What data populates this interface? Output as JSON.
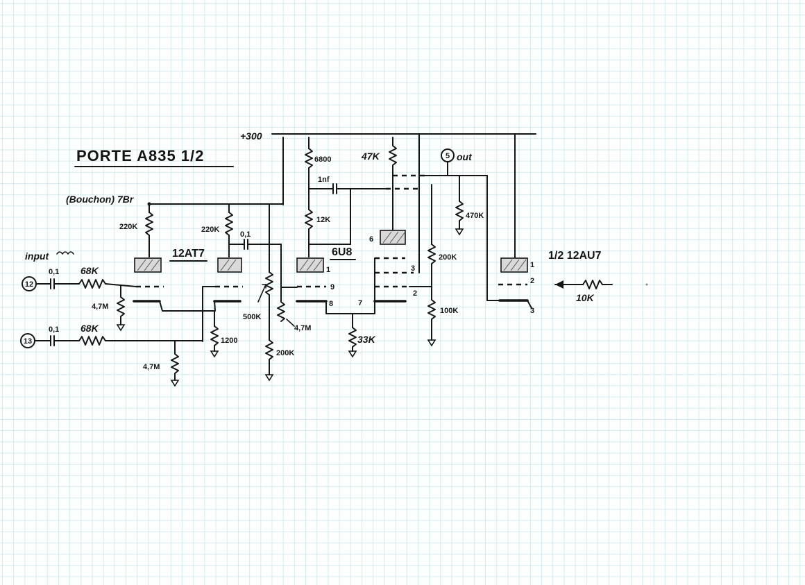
{
  "title": "PORTE A835 1/2",
  "supply": "+300",
  "labels": {
    "bouchon": "(Bouchon) 7Br",
    "input": "input",
    "out": "out",
    "out_pin": "5",
    "in12_pin": "12",
    "in13_pin": "13"
  },
  "tubes": {
    "t1": "12AT7",
    "t2": "6U8",
    "t3": "1/2 12AU7"
  },
  "components": {
    "c_in1": "0,1",
    "r_in1": "68K",
    "c_in2": "0,1",
    "r_in2": "68K",
    "r_g1": "4,7M",
    "r_g2": "4,7M",
    "r_plate1": "220K",
    "r_plate2": "220K",
    "r_cath": "1200",
    "c_coupling": "0,1",
    "pot": "500K",
    "r_bias": "4,7M",
    "r_div": "200K",
    "r_6800": "6800",
    "c_1nf": "1nf",
    "r_12k": "12K",
    "r_33k": "33K",
    "r_47k": "47K",
    "r_470k": "470K",
    "r_200k": "200K",
    "r_100k": "100K",
    "r_10k": "10K"
  },
  "pins": {
    "p1": "1",
    "p9": "9",
    "p8": "8",
    "p7": "7",
    "p6": "6",
    "p3": "3",
    "p2": "2",
    "au1": "1",
    "au2": "2",
    "au3": "3"
  }
}
